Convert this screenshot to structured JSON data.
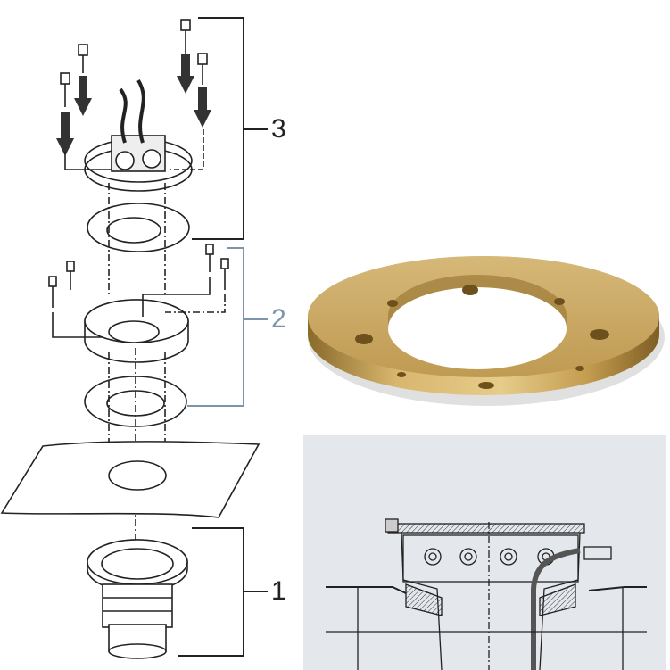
{
  "labels": {
    "part3": "3",
    "part2": "2",
    "part1": "1"
  },
  "colors": {
    "bracket_default": "#222222",
    "bracket_part2": "#7f93aa",
    "brass": "#c9a45a",
    "drawing_bg": "#e4e7ec"
  }
}
